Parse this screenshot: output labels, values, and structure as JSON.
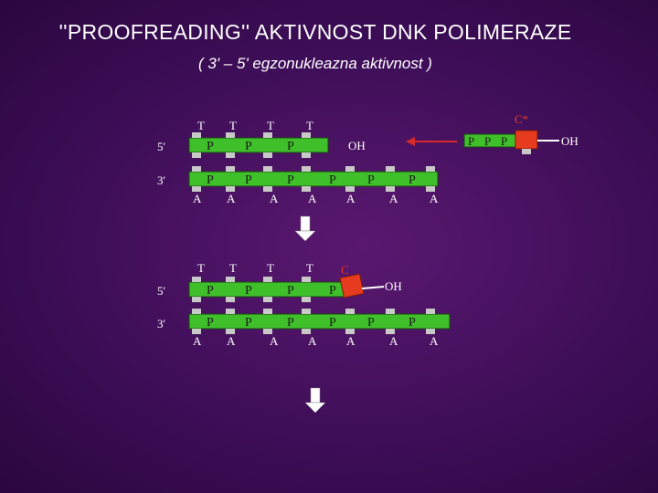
{
  "title": "''PROOFREADING''  AKTIVNOST  DNK  POLIMERAZE",
  "subtitle": "( 3' – 5' egzonukleazna aktivnost )",
  "colors": {
    "background": "#3e0e58",
    "strand": "#3fbf2a",
    "strand_border": "#1a4a10",
    "base_tick": "#c8c8c8",
    "error_nucleotide": "#e63b1e",
    "arrow_red": "#d62a2a",
    "text": "#ffffff",
    "step_arrow": "#ffffff"
  },
  "labels": {
    "five_prime": "5'",
    "three_prime": "3'",
    "phosphate": "P",
    "oh": "OH",
    "incoming_nucleotide": "C*",
    "mismatched_base": "C"
  },
  "panel1": {
    "top_bases": [
      "T",
      "T",
      "T",
      "T"
    ],
    "bottom_bases": [
      "A",
      "A",
      "A",
      "A",
      "A",
      "A",
      "A"
    ],
    "top_phosphates": 3,
    "bottom_phosphates": 6,
    "incoming_phosphates": 3
  },
  "panel2": {
    "top_bases": [
      "T",
      "T",
      "T",
      "T"
    ],
    "bottom_bases": [
      "A",
      "A",
      "A",
      "A",
      "A",
      "A",
      "A"
    ],
    "top_phosphates": 4,
    "bottom_phosphates": 6
  }
}
